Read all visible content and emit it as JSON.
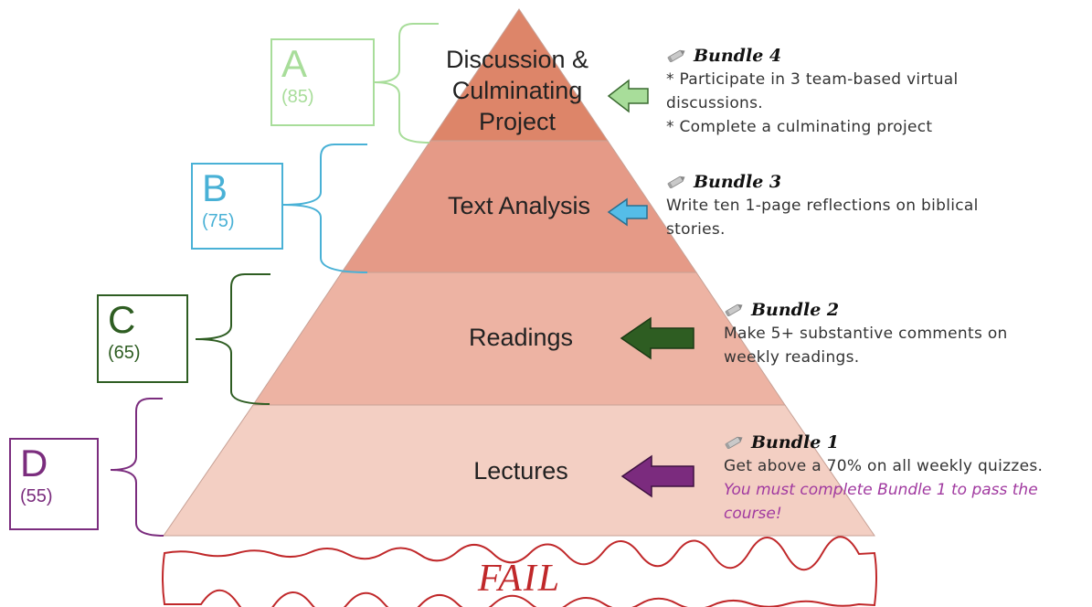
{
  "layers": [
    {
      "id": "lectures",
      "lines": [
        "Lectures"
      ],
      "fill": "#f3cfc3"
    },
    {
      "id": "readings",
      "lines": [
        "Readings"
      ],
      "fill": "#edb3a3"
    },
    {
      "id": "text-analysis",
      "lines": [
        "Text Analysis"
      ],
      "fill": "#e59a87"
    },
    {
      "id": "discussion",
      "lines": [
        "Discussion &",
        "Culminating",
        "Project"
      ],
      "fill": "#dd8569"
    }
  ],
  "grades": [
    {
      "letter": "A",
      "score": "(85)",
      "color": "#a8dd9a"
    },
    {
      "letter": "B",
      "score": "(75)",
      "color": "#49b1d6"
    },
    {
      "letter": "C",
      "score": "(65)",
      "color": "#2e5d22"
    },
    {
      "letter": "D",
      "score": "(55)",
      "color": "#7b2d7e"
    }
  ],
  "arrows": [
    {
      "target": "discussion",
      "color": "#a8dd9a"
    },
    {
      "target": "text-analysis",
      "color": "#55bde8"
    },
    {
      "target": "readings",
      "color": "#2e5d22"
    },
    {
      "target": "lectures",
      "color": "#7b2b7e"
    }
  ],
  "bundles": [
    {
      "title": "Bundle 4",
      "lines": [
        "* Participate in 3 team-based virtual",
        "discussions.",
        "* Complete a culminating project"
      ],
      "note": []
    },
    {
      "title": "Bundle 3",
      "lines": [
        "Write ten 1-page reflections on biblical",
        "stories."
      ],
      "note": []
    },
    {
      "title": "Bundle 2",
      "lines": [
        "Make 5+ substantive comments on",
        "weekly readings."
      ],
      "note": []
    },
    {
      "title": "Bundle 1",
      "lines": [
        "Get above a 70% on all weekly quizzes."
      ],
      "note": [
        "You must complete Bundle 1 to pass the",
        "course!"
      ]
    }
  ],
  "fail": {
    "label": "FAIL",
    "border_color": "#c0282a"
  },
  "icons": {
    "bundle": "pencil-icon"
  }
}
